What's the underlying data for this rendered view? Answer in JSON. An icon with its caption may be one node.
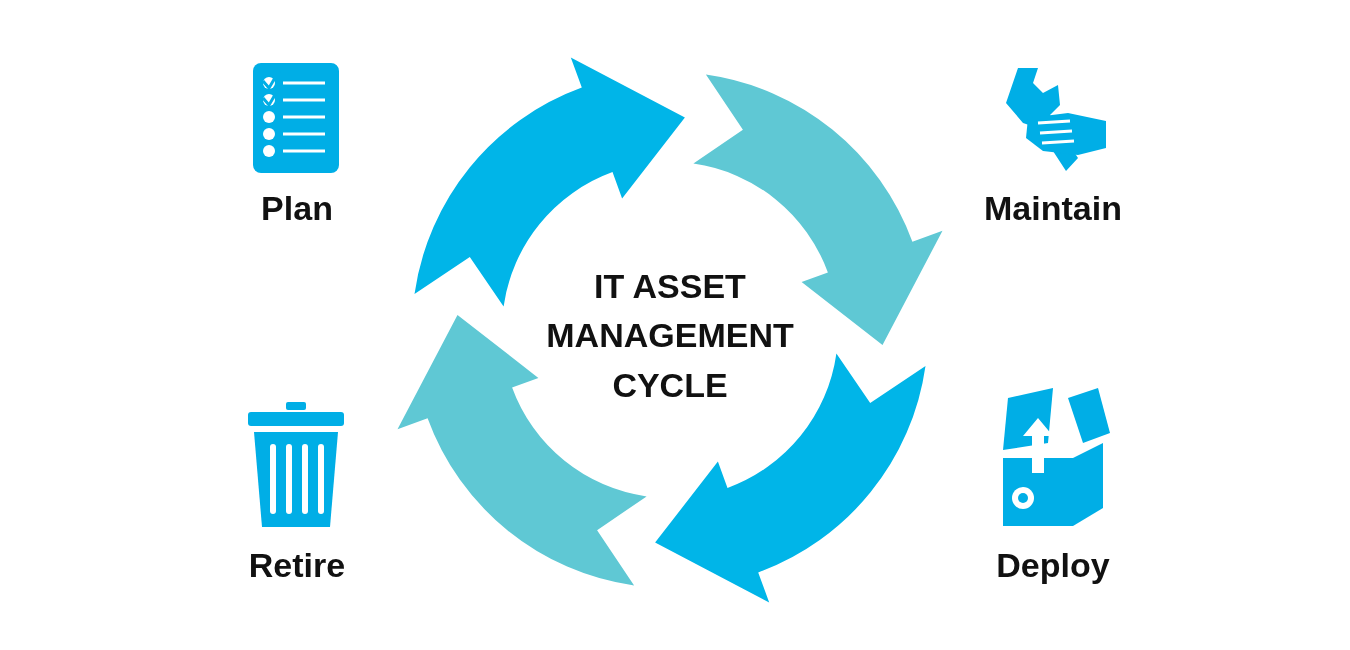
{
  "diagram": {
    "title": "IT ASSET MANAGEMENT CYCLE",
    "labels": [
      "Plan",
      "Maintain",
      "Retire",
      "Deploy"
    ]
  }
}
